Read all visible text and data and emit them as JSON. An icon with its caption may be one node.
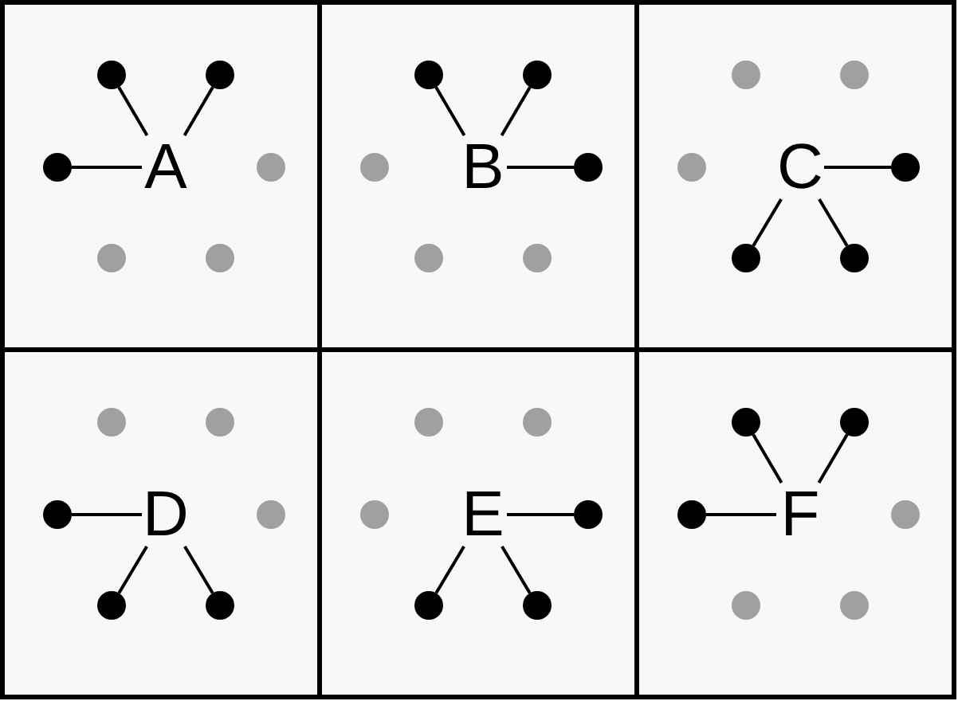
{
  "diagram": {
    "nodes": [
      {
        "text": [],
        "shape": "box"
      },
      {
        "text": [
          "A"
        ],
        "in": 0
      },
      {
        "text": [],
        "shape": "circle",
        "in": 0
      },
      {
        "text": [],
        "shape": "circle",
        "in": 0
      },
      {
        "text": [],
        "shape": "circle",
        "in": 0
      },
      {
        "text": [],
        "shape": "circle",
        "in": 0
      },
      {
        "text": [],
        "shape": "circle",
        "in": 0
      },
      {
        "text": [],
        "shape": "circle",
        "in": 0
      },
      {
        "text": [],
        "shape": "box"
      },
      {
        "text": [
          "B"
        ],
        "in": 8
      },
      {
        "text": [],
        "shape": "circle",
        "in": 8
      },
      {
        "text": [],
        "shape": "circle",
        "in": 8
      },
      {
        "text": [],
        "shape": "circle",
        "in": 8
      },
      {
        "text": [],
        "shape": "circle",
        "in": 8
      },
      {
        "text": [],
        "shape": "circle",
        "in": 8
      },
      {
        "text": [],
        "shape": "circle",
        "in": 8
      },
      {
        "text": [],
        "shape": "box"
      },
      {
        "text": [
          "C"
        ],
        "in": 16
      },
      {
        "text": [],
        "shape": "circle",
        "in": 16
      },
      {
        "text": [],
        "shape": "circle",
        "in": 16
      },
      {
        "text": [],
        "shape": "circle",
        "in": 16
      },
      {
        "text": [],
        "shape": "circle",
        "in": 16
      },
      {
        "text": [],
        "shape": "circle",
        "in": 16
      },
      {
        "text": [],
        "shape": "circle",
        "in": 16
      },
      {
        "text": [],
        "shape": "box"
      },
      {
        "text": [
          "D"
        ],
        "in": 24
      },
      {
        "text": [],
        "shape": "circle",
        "in": 24
      },
      {
        "text": [],
        "shape": "circle",
        "in": 24
      },
      {
        "text": [],
        "shape": "circle",
        "in": 24
      },
      {
        "text": [],
        "shape": "circle",
        "in": 24
      },
      {
        "text": [],
        "shape": "circle",
        "in": 24
      },
      {
        "text": [],
        "shape": "circle",
        "in": 24
      },
      {
        "text": [],
        "shape": "box"
      },
      {
        "text": [
          "E"
        ],
        "in": 32
      },
      {
        "text": [],
        "shape": "circle",
        "in": 32
      },
      {
        "text": [],
        "shape": "circle",
        "in": 32
      },
      {
        "text": [],
        "shape": "circle",
        "in": 32
      },
      {
        "text": [],
        "shape": "circle",
        "in": 32
      },
      {
        "text": [],
        "shape": "circle",
        "in": 32
      },
      {
        "text": [],
        "shape": "circle",
        "in": 32
      },
      {
        "text": [],
        "shape": "box"
      },
      {
        "text": [
          "F"
        ],
        "in": 40
      },
      {
        "text": [],
        "shape": "circle",
        "in": 40
      },
      {
        "text": [],
        "shape": "circle",
        "in": 40
      },
      {
        "text": [],
        "shape": "circle",
        "in": 40
      },
      {
        "text": [],
        "shape": "circle",
        "in": 40
      },
      {
        "text": [],
        "shape": "circle",
        "in": 40
      },
      {
        "text": [],
        "shape": "circle",
        "in": 40
      }
    ],
    "edges": [
      {
        "from": 1,
        "to": 2,
        "arrow": "none"
      },
      {
        "from": 1,
        "to": 3,
        "arrow": "none"
      },
      {
        "from": 1,
        "to": 4,
        "arrow": "none"
      },
      {
        "from": 9,
        "to": 10,
        "arrow": "none"
      },
      {
        "from": 9,
        "to": 11,
        "arrow": "none"
      },
      {
        "from": 9,
        "to": 13,
        "arrow": "none"
      },
      {
        "from": 17,
        "to": 21,
        "arrow": "none"
      },
      {
        "from": 17,
        "to": 22,
        "arrow": "none"
      },
      {
        "from": 17,
        "to": 23,
        "arrow": "none"
      },
      {
        "from": 25,
        "to": 28,
        "arrow": "none"
      },
      {
        "from": 25,
        "to": 30,
        "arrow": "none"
      },
      {
        "from": 25,
        "to": 31,
        "arrow": "none"
      },
      {
        "from": 33,
        "to": 37,
        "arrow": "none"
      },
      {
        "from": 33,
        "to": 38,
        "arrow": "none"
      },
      {
        "from": 33,
        "to": 39,
        "arrow": "none"
      },
      {
        "from": 41,
        "to": 42,
        "arrow": "none"
      },
      {
        "from": 41,
        "to": 43,
        "arrow": "none"
      },
      {
        "from": 41,
        "to": 44,
        "arrow": "none"
      }
    ]
  }
}
